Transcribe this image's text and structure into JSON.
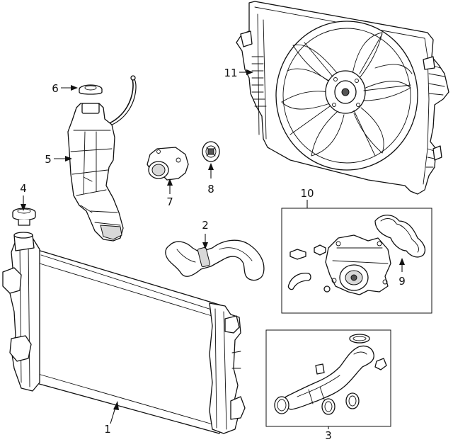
{
  "callouts": [
    {
      "id": "1",
      "label": "1"
    },
    {
      "id": "2",
      "label": "2"
    },
    {
      "id": "3",
      "label": "3"
    },
    {
      "id": "4",
      "label": "4"
    },
    {
      "id": "5",
      "label": "5"
    },
    {
      "id": "6",
      "label": "6"
    },
    {
      "id": "7",
      "label": "7"
    },
    {
      "id": "8",
      "label": "8"
    },
    {
      "id": "9",
      "label": "9"
    },
    {
      "id": "10",
      "label": "10"
    },
    {
      "id": "11",
      "label": "11"
    }
  ],
  "colors": {
    "line": "#111111",
    "background": "#ffffff",
    "shade": "#d8d8d8"
  }
}
